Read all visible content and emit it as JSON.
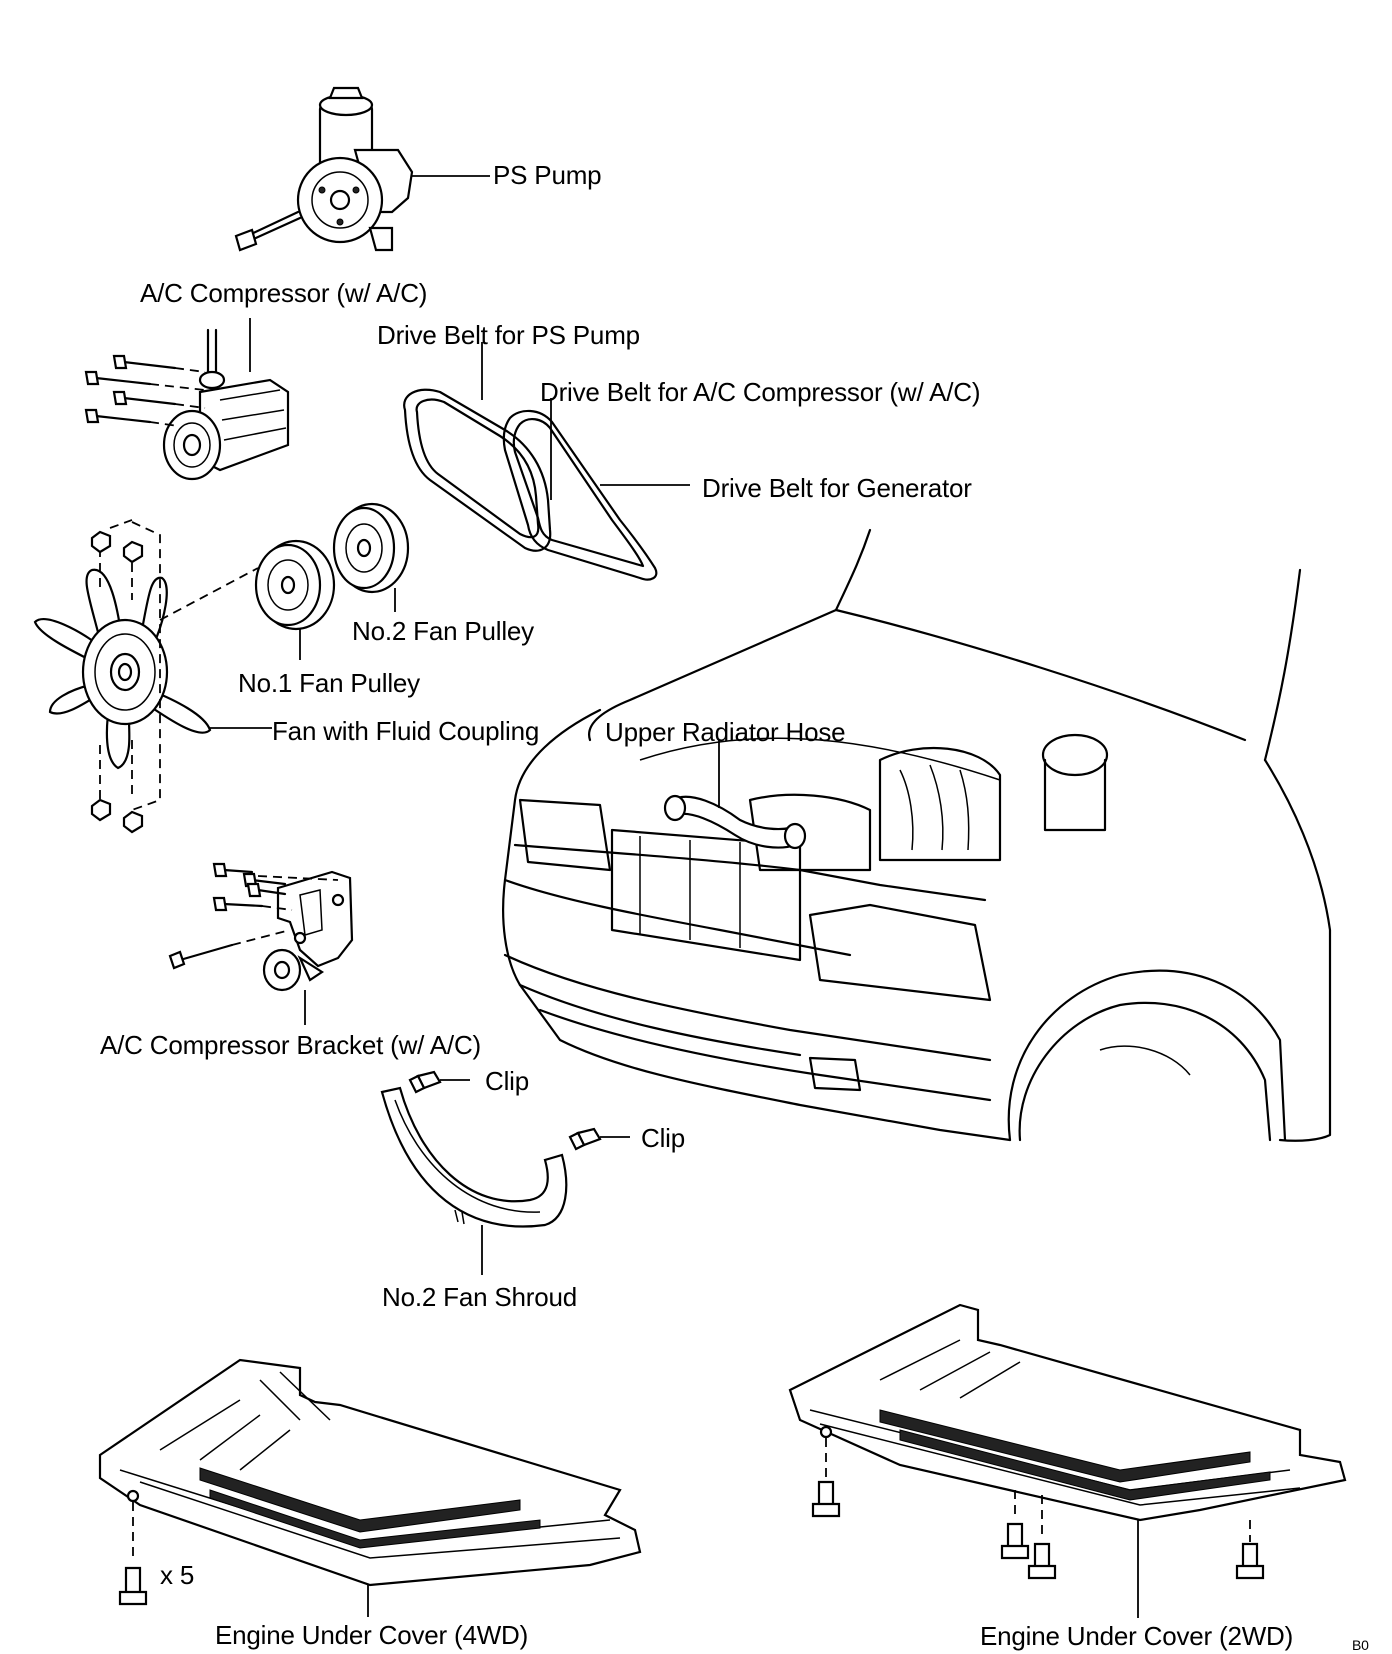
{
  "labels": {
    "ps_pump": "PS Pump",
    "ac_compressor": "A/C Compressor (w/ A/C)",
    "belt_ps": "Drive Belt for PS Pump",
    "belt_ac": "Drive Belt for A/C Compressor (w/ A/C)",
    "belt_gen": "Drive Belt for Generator",
    "no2_pulley": "No.2 Fan Pulley",
    "no1_pulley": "No.1 Fan Pulley",
    "fan": "Fan with Fluid Coupling",
    "radiator_hose": "Upper Radiator Hose",
    "ac_bracket": "A/C Compressor Bracket (w/ A/C)",
    "clip_1": "Clip",
    "clip_2": "Clip",
    "fan_shroud": "No.2 Fan Shroud",
    "cover_4wd": "Engine Under Cover (4WD)",
    "cover_2wd": "Engine Under Cover (2WD)",
    "bolt_qty": "x 5",
    "corner_code": "B0"
  }
}
